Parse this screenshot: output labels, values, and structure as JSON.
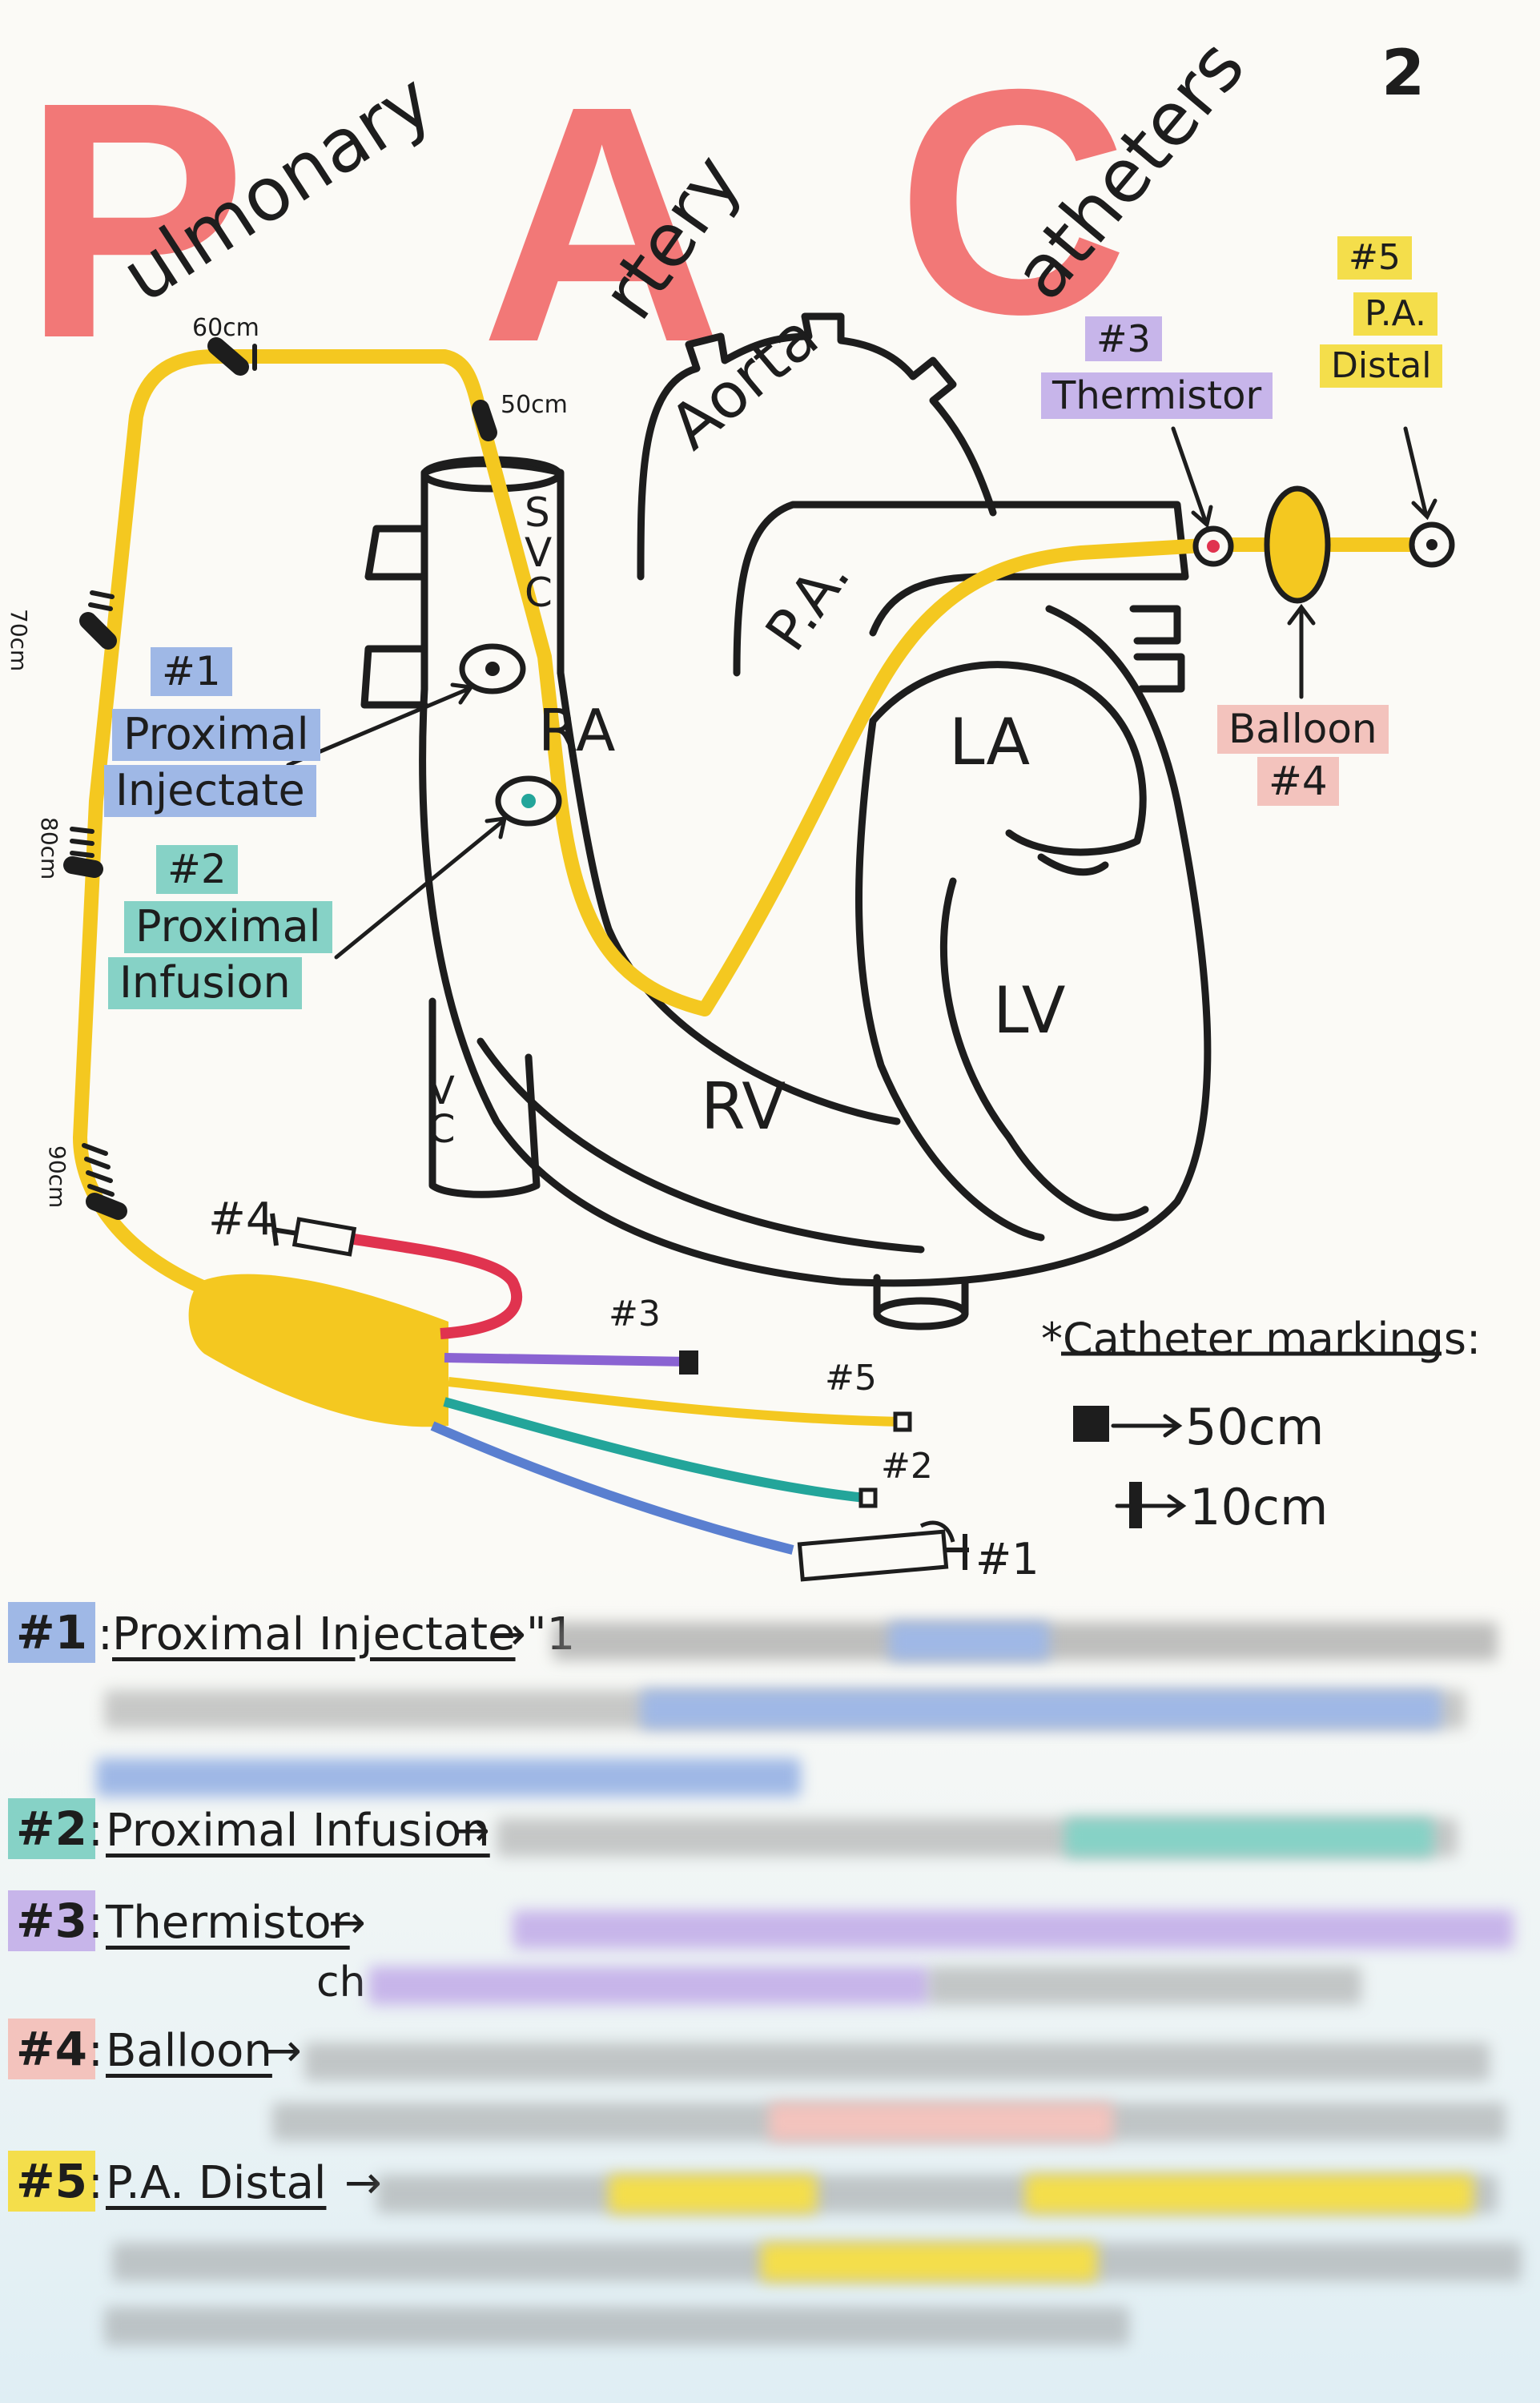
{
  "page_number": "2",
  "title": {
    "p_letter": "P",
    "p_rest": "ulmonary",
    "a_letter": "A",
    "a_rest": "rtery",
    "c_letter": "C",
    "c_rest": "atheters"
  },
  "catheter_length_marks": [
    "60cm",
    "50cm",
    "70cm",
    "80cm",
    "90cm"
  ],
  "chambers": {
    "aorta": "Aorta",
    "pa": "P.A.",
    "svc": "SVC",
    "ra": "RA",
    "ivc": "IVC",
    "la": "LA",
    "lv": "LV",
    "rv": "RV"
  },
  "labels": {
    "l1_num": "#1",
    "l1_line1": "Proximal",
    "l1_line2": "Injectate",
    "l2_num": "#2",
    "l2_line1": "Proximal",
    "l2_line2": "Infusion",
    "l3_num": "#3",
    "l3_text": "Thermistor",
    "l4_text": "Balloon",
    "l4_num": "#4",
    "l5_num": "#5",
    "l5_line1": "P.A.",
    "l5_line2": "Distal"
  },
  "port_tags": {
    "p4": "#4",
    "p3": "#3",
    "p5": "#5",
    "p2": "#2",
    "p1": "#1"
  },
  "legend": {
    "title": "*Catheter markings:",
    "thick": "50cm",
    "thin": "10cm"
  },
  "notes": [
    {
      "tag": "#1",
      "term": "Proximal Injectate",
      "visible": "→\"1"
    },
    {
      "tag": "#2",
      "term": "Proximal Infusion",
      "visible": "→"
    },
    {
      "tag": "#3",
      "term": "Thermistor",
      "visible": "→",
      "fragment": "ch"
    },
    {
      "tag": "#4",
      "term": "Balloon",
      "visible": "→"
    },
    {
      "tag": "#5",
      "term": "P.A. Distal",
      "visible": "→"
    }
  ],
  "colors": {
    "red_title": "#f26a6a",
    "catheter_yellow": "#f4c820",
    "balloon_red": "#e0334f",
    "thermistor_purple": "#8a63d2",
    "infusion_teal": "#23a59a",
    "injectate_blue": "#5a7fd0",
    "ink": "#1d1d1d"
  }
}
